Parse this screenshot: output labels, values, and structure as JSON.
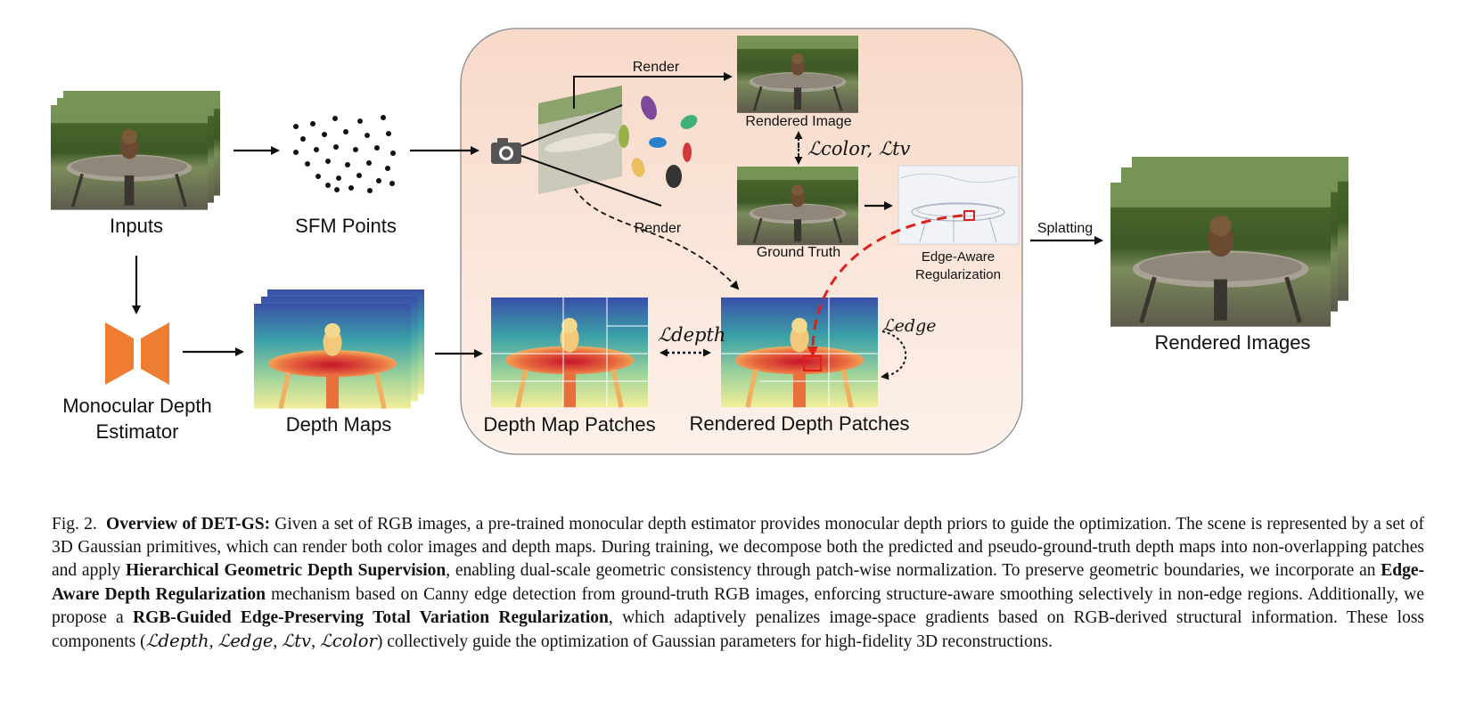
{
  "labels": {
    "inputs": "Inputs",
    "sfm_points": "SFM Points",
    "monocular_line1": "Monocular Depth",
    "monocular_line2": "Estimator",
    "depth_maps": "Depth Maps",
    "render_top": "Render",
    "render_bottom": "Render",
    "rendered_image": "Rendered Image",
    "ground_truth": "Ground Truth",
    "edge_aware_line1": "Edge-Aware",
    "edge_aware_line2": "Regularization",
    "depth_map_patches": "Depth Map Patches",
    "rendered_depth_patches": "Rendered Depth Patches",
    "splatting": "Splatting",
    "rendered_images": "Rendered Images"
  },
  "losses": {
    "color_tv": "ℒcolor, ℒtv",
    "depth": "ℒdepth",
    "edge": "ℒedge"
  },
  "caption": {
    "fig_label": "Fig. 2.",
    "title": "Overview of DET-GS:",
    "p1": "Given a set of RGB images, a pre-trained monocular depth estimator provides monocular depth priors to guide the optimization. The scene is represented by a set of 3D Gaussian primitives, which can render both color images and depth maps. During training, we decompose both the predicted and pseudo-ground-truth depth maps into non-overlapping patches and apply",
    "b1": "Hierarchical Geometric Depth Supervision",
    "p2": ", enabling dual-scale geometric consistency through patch-wise normalization. To preserve geometric boundaries, we incorporate an",
    "b2": "Edge-Aware Depth Regularization",
    "p3": "mechanism based on Canny edge detection from ground-truth RGB images, enforcing structure-aware smoothing selectively in non-edge regions. Additionally, we propose a",
    "b3": "RGB-Guided Edge-Preserving Total Variation Regularization",
    "p4": ", which adaptively penalizes image-space gradients based on RGB-derived structural information. These loss components (",
    "l_depth": "ℒdepth",
    "l_edge": "ℒedge",
    "l_tv": "ℒtv",
    "l_color": "ℒcolor",
    "p5": ") collectively guide the optimization of Gaussian parameters for high-fidelity 3D reconstructions."
  },
  "colors": {
    "panel_fill": "#fbe7dc",
    "panel_stroke": "#8a8a8a",
    "estimator_orange": "#ee7d31",
    "edge_arrow_red": "#e0201c"
  }
}
